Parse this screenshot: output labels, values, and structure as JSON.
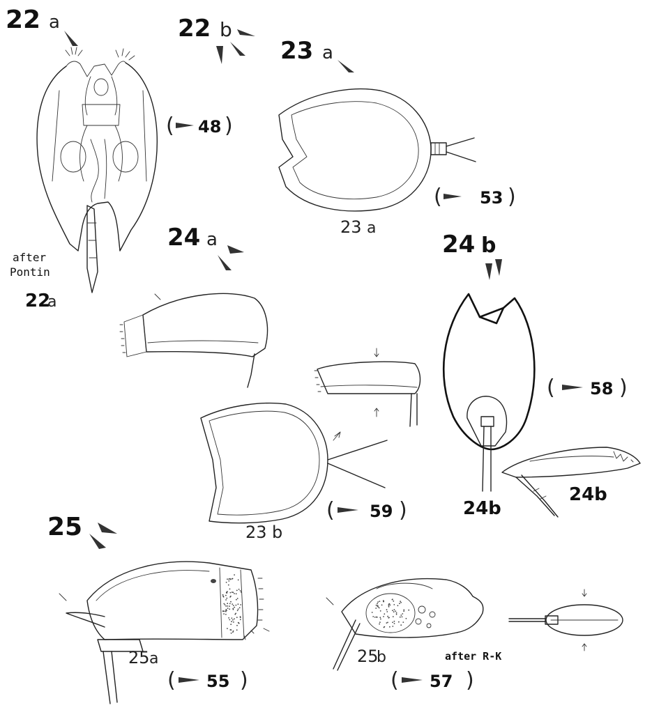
{
  "figures": [
    {
      "id": "22a",
      "number": "22",
      "letter": "a",
      "caption_number": "22",
      "caption_letter": "a",
      "scale": "48",
      "credit": [
        "after",
        "Pontin"
      ]
    },
    {
      "id": "22b",
      "number": "22",
      "letter": "b"
    },
    {
      "id": "23a",
      "number": "23",
      "letter": "a",
      "caption_number": "23",
      "caption_letter": "a",
      "scale": "53"
    },
    {
      "id": "23b",
      "caption_number": "23",
      "caption_letter": "b",
      "scale": "59"
    },
    {
      "id": "24a",
      "number": "24",
      "letter": "a"
    },
    {
      "id": "24b",
      "number": "24",
      "letter": "b",
      "caption_1": "24b",
      "caption_2": "24b",
      "scale": "58"
    },
    {
      "id": "25",
      "number": "25"
    },
    {
      "id": "25a",
      "caption_number": "25",
      "caption_letter": "a",
      "scale": "55"
    },
    {
      "id": "25b",
      "caption_number": "25",
      "caption_letter": "b",
      "scale": "57",
      "credit": "after R-K"
    }
  ],
  "marker_icon": "dark-wedge-triangle",
  "ink_color": "#222222"
}
